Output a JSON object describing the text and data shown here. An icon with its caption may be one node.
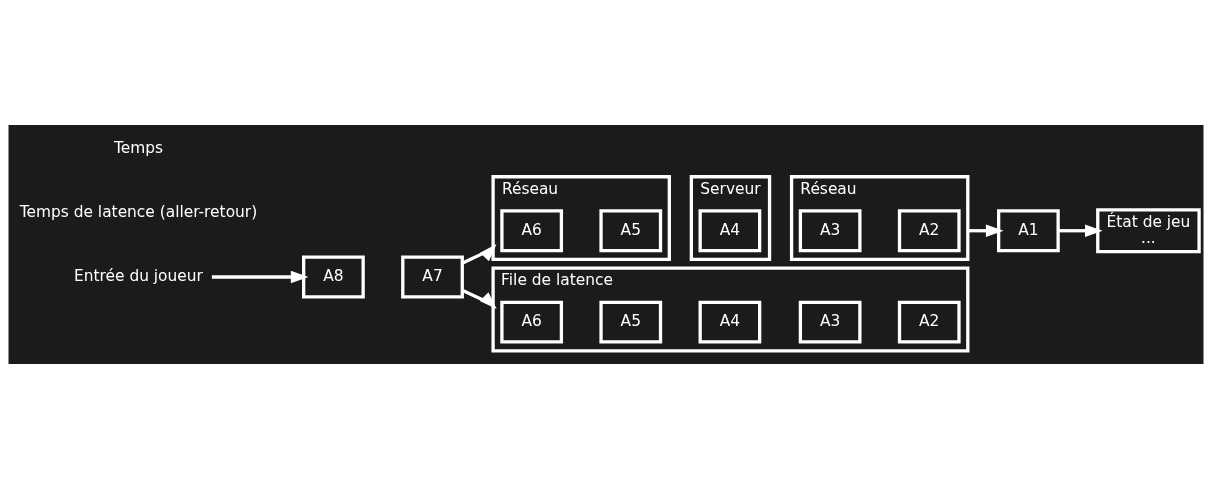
{
  "diagram": {
    "nodes": [
      {
        "text": [
          "Entrée du joueur"
        ]
      },
      {
        "text": [
          "A8"
        ]
      },
      {
        "text": [
          "A7"
        ]
      },
      {
        "text": [
          "Réseau"
        ]
      },
      {
        "text": [
          "A6"
        ],
        "in": 3
      },
      {
        "text": [
          "A5"
        ],
        "in": 3
      },
      {
        "text": [
          "Serveur"
        ]
      },
      {
        "text": [
          "A4"
        ],
        "in": 6
      },
      {
        "text": [
          "Réseau"
        ]
      },
      {
        "text": [
          "A3"
        ],
        "in": 8
      },
      {
        "text": [
          "A2"
        ],
        "in": 8
      },
      {
        "text": [
          "File de latence"
        ]
      },
      {
        "text": [
          "A6"
        ],
        "in": 11
      },
      {
        "text": [
          "A5"
        ],
        "in": 11
      },
      {
        "text": [
          "A4"
        ],
        "in": 11
      },
      {
        "text": [
          "A3"
        ],
        "in": 11
      },
      {
        "text": [
          "A2"
        ],
        "in": 11
      },
      {
        "text": [
          "A1"
        ]
      },
      {
        "text": [
          "État de jeu",
          "..."
        ]
      }
    ],
    "edges": [
      {
        "from": 0,
        "to": 1,
        "arrow": "to"
      },
      {
        "from": 2,
        "to": 3,
        "arrow": "to"
      },
      {
        "from": 2,
        "to": 11,
        "arrow": "to"
      },
      {
        "from": 8,
        "to": 17,
        "arrow": "to"
      },
      {
        "from": 17,
        "to": 18,
        "arrow": "to"
      }
    ],
    "labels": [
      "Temps de latence (aller-retour)",
      "Temps"
    ]
  }
}
